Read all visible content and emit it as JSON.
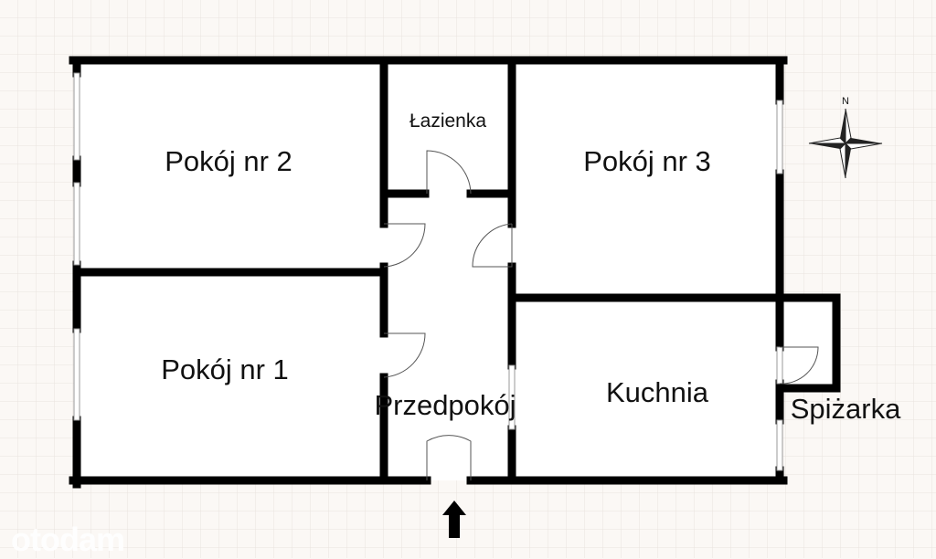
{
  "rooms": {
    "pokoj2": "Pokój nr 2",
    "lazienka": "Łazienka",
    "pokoj3": "Pokój nr 3",
    "pokoj1": "Pokój nr 1",
    "przedpokoj": "Przedpokój",
    "kuchnia": "Kuchnia",
    "spizarka": "Spiżarka"
  },
  "compass": {
    "north": "N"
  },
  "watermark": "otodam"
}
